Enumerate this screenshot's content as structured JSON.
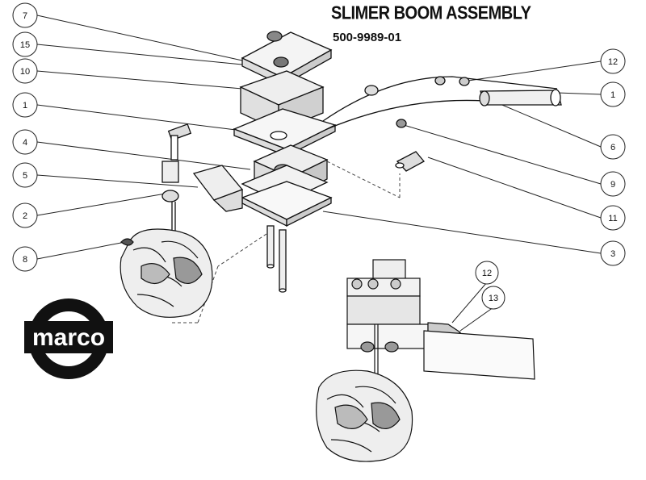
{
  "header": {
    "title": "SLIMER BOOM ASSEMBLY",
    "part_number": "500-9989-01"
  },
  "logo": {
    "text": "marco"
  },
  "callouts": {
    "left": [
      "7",
      "15",
      "10",
      "1",
      "4",
      "5",
      "2",
      "8"
    ],
    "right": [
      "12",
      "1",
      "6",
      "9",
      "11",
      "3"
    ],
    "detail": [
      "12",
      "13"
    ]
  }
}
